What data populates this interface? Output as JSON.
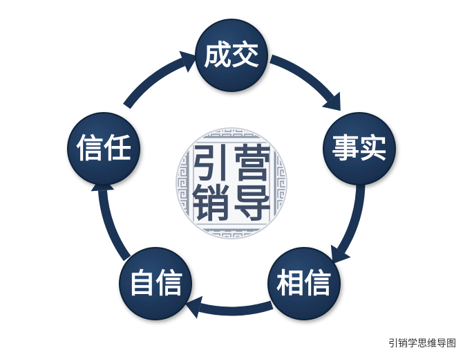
{
  "colors": {
    "node": "#172d4c",
    "node_highlight": "#2a4a72",
    "ring": "#1b3354",
    "seal_text": "#3f4d66",
    "seal_pattern": "#8f97a8",
    "seal_bg": "#eef0f4"
  },
  "cycle": {
    "nodes": [
      {
        "label": "成交"
      },
      {
        "label": "事实"
      },
      {
        "label": "相信"
      },
      {
        "label": "自信"
      },
      {
        "label": "信任"
      }
    ],
    "arrow_direction": "clockwise"
  },
  "center_seal": {
    "lettering": [
      "营",
      "销",
      "导",
      "引"
    ]
  },
  "caption": "引销学思维导图"
}
